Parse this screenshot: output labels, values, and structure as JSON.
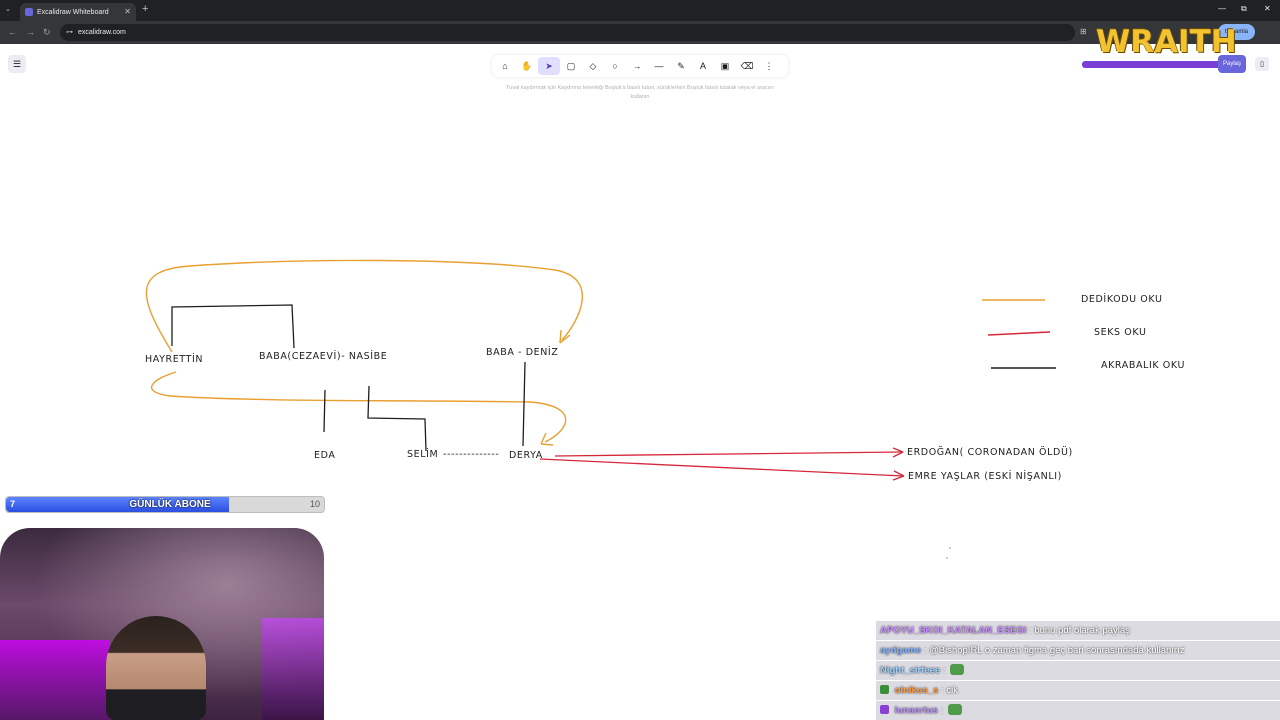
{
  "browser": {
    "tab_title": "Excalidraw Whiteboard",
    "url": "excalidraw.com",
    "sync_label": "tamamla"
  },
  "excalidraw": {
    "hint_line1": "Tuval kaydırmak için  Kaydırma tekerleği  Boşluk'a basılı tutun, sürüklerken  Boşluk  basılı tutarak veya el aracını",
    "hint_line2": "kullanın",
    "share_label": "Paylaş",
    "tools": [
      "lock-icon",
      "hand-icon",
      "selection-icon",
      "rectangle-icon",
      "diamond-icon",
      "ellipse-icon",
      "arrow-icon",
      "line-icon",
      "pencil-icon",
      "text-icon",
      "image-icon",
      "eraser-icon",
      "more-icon"
    ]
  },
  "overlay_logo": "WRAITH",
  "diagram": {
    "nodes": {
      "hayrettin": "HAYRETTİN",
      "baba_nasibe": "BABA(CEZAEVİ)- NASİBE",
      "baba_deniz": "BABA  -  DENİZ",
      "eda": "EDA",
      "selim": "SELİM",
      "dashes": "--------------",
      "derya": "DERYA",
      "erdogan": "ERDOĞAN( CORONADAN ÖLDÜ)",
      "emre": "EMRE YAŞLAR  (ESKİ NİŞANLI)"
    },
    "legend": {
      "gossip": "DEDİKODU OKU",
      "sex": "SEKS OKU",
      "kinship": "AKRABALIK OKU"
    },
    "colors": {
      "gossip": "#e8a032",
      "sex": "#d6283b",
      "kinship": "#1e1e1e"
    }
  },
  "subscriber_goal": {
    "current": "7",
    "label": "GÜNLÜK ABONE",
    "target": "10",
    "progress": 0.7
  },
  "chat": [
    {
      "user": "APOYU_SKOI_KATALAN_ESEGI",
      "color": "#c88bff",
      "message": ": bunu pdf olarak paylaş"
    },
    {
      "user": "aydgame",
      "color": "#7fb0ff",
      "message": ":  @BishopIRL  o zaman figma geç bari sonrasındada kullanırız"
    },
    {
      "user": "Night_sirfeee",
      "color": "#9ad0ff",
      "message": ":"
    },
    {
      "user": "olnikus_s",
      "color": "#ff9a3c",
      "message": ":              cik"
    },
    {
      "user": "lunaortus",
      "color": "#b98cff",
      "message": ":"
    }
  ]
}
